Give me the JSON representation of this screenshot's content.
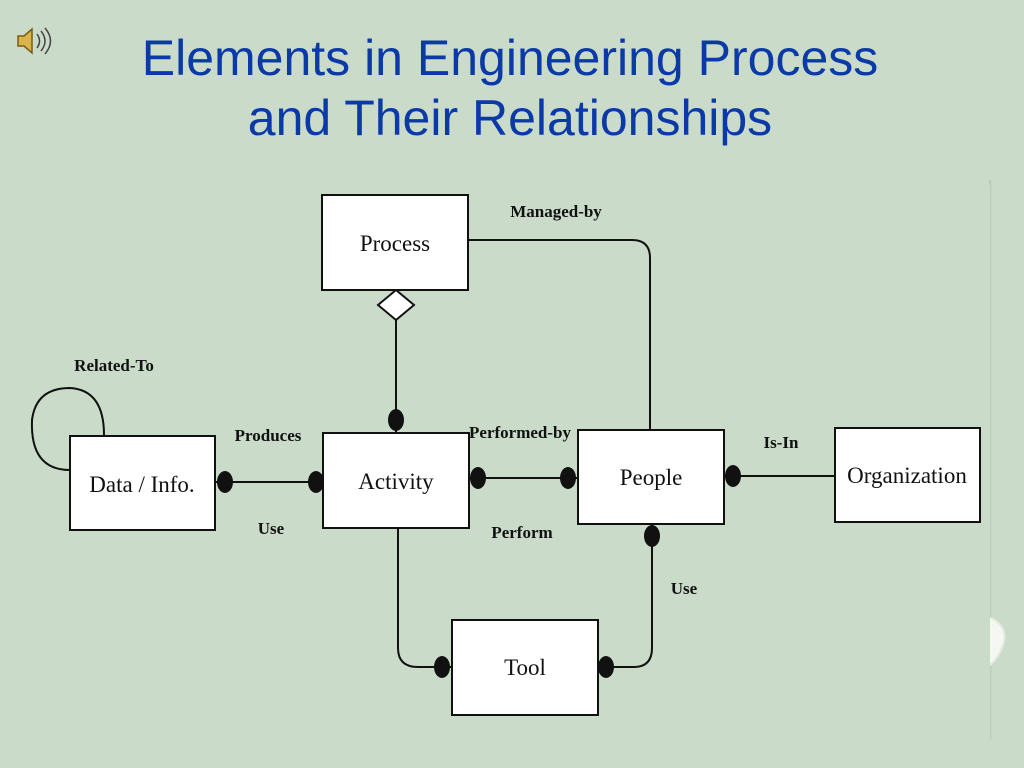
{
  "slide": {
    "title_line1": "Elements in Engineering Process",
    "title_line2": "and Their Relationships",
    "sound_icon": "speaker-icon"
  },
  "colors": {
    "background": "#cadcc9",
    "title": "#0b3aa8",
    "box_fill": "#ffffff",
    "line": "#111111"
  },
  "diagram": {
    "entities": {
      "process": "Process",
      "data_info": "Data / Info.",
      "activity": "Activity",
      "people": "People",
      "organization": "Organization",
      "tool": "Tool"
    },
    "relationships": {
      "managed_by": "Managed-by",
      "related_to": "Related-To",
      "produces": "Produces",
      "use_data": "Use",
      "performed_by": "Performed-by",
      "perform": "Perform",
      "is_in": "Is-In",
      "use_tool": "Use"
    }
  }
}
